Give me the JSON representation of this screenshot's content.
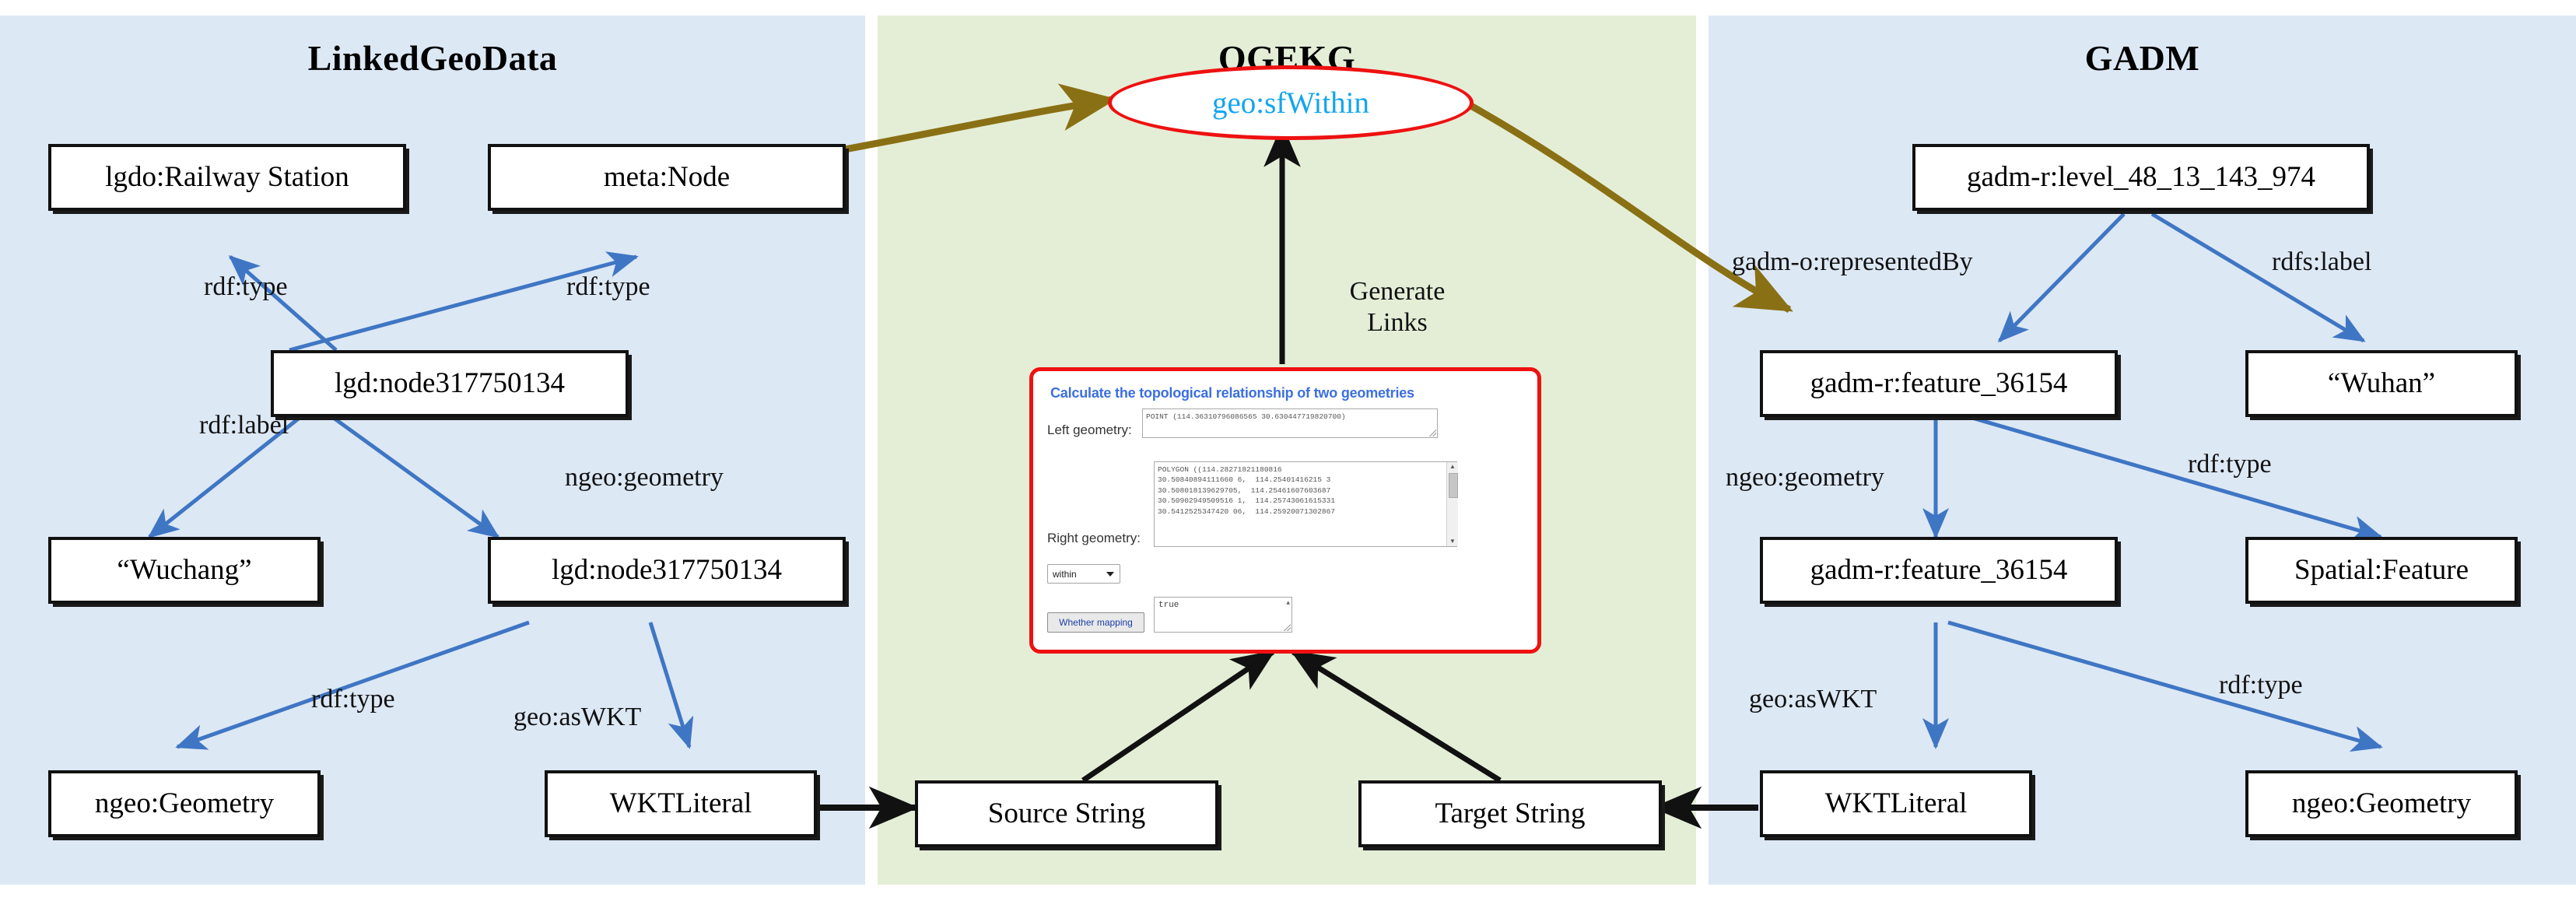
{
  "panels": {
    "left": {
      "title": "LinkedGeoData",
      "bg": "#dde8f5"
    },
    "middle": {
      "title": "OGEKG",
      "bg": "#e4eed7"
    },
    "right": {
      "title": "GADM",
      "bg": "#dde8f5"
    }
  },
  "colors": {
    "blue_edge": "#3f76c4",
    "gold_edge": "#8a7014",
    "black_edge": "#111111",
    "red_outline": "#ee1111",
    "ellipse_text": "#12a5ef",
    "form_title": "#3b6fe0"
  },
  "left_nodes": {
    "railway_station": "lgdo:Railway Station",
    "meta_node": "meta:Node",
    "lgd_node_main": "lgd:node317750134",
    "wuchang": "“Wuchang”",
    "lgd_node_geom": "lgd:node317750134",
    "ngeo_geometry": "ngeo:Geometry",
    "wkt_literal": "WKTLiteral"
  },
  "left_edges": {
    "rdf_type_1": "rdf:type",
    "rdf_type_2": "rdf:type",
    "rdf_label": "rdf:label",
    "ngeo_geometry": "ngeo:geometry",
    "rdf_type_3": "rdf:type",
    "geo_aswkt": "geo:asWKT"
  },
  "middle_nodes": {
    "sf_within": "geo:sfWithin",
    "source_string": "Source String",
    "target_string": "Target String"
  },
  "middle_edges": {
    "generate_links_line1": "Generate",
    "generate_links_line2": "Links"
  },
  "form": {
    "title": "Calculate the topological relationship of two geometries",
    "left_geometry_label": "Left geometry:",
    "left_geometry_value": "POINT (114.36310796086565 30.630447719820700)",
    "right_geometry_label": "Right geometry:",
    "right_geometry_value": "POLYGON ((114.28271821180816\n30.50840894111660 6,  114.25401416215 3\n30.508018139629705,  114.25461607603687\n30.50902949509516 1,  114.25743061615331\n30.5412525347420 06,  114.25920071302867",
    "relation_select_value": "within",
    "mapping_button_label": "Whether mapping",
    "mapping_result_value": "true"
  },
  "right_nodes": {
    "gadm_level": "gadm-r:level_48_13_143_974",
    "gadm_feature_top": "gadm-r:feature_36154",
    "wuhan": "“Wuhan”",
    "gadm_feature_bottom": "gadm-r:feature_36154",
    "spatial_feature": "Spatial:Feature",
    "wkt_literal": "WKTLiteral",
    "ngeo_geometry": "ngeo:Geometry"
  },
  "right_edges": {
    "represented_by": "gadm-o:representedBy",
    "rdfs_label": "rdfs:label",
    "ngeo_geometry": "ngeo:geometry",
    "rdf_type_1": "rdf:type",
    "geo_aswkt": "geo:asWKT",
    "rdf_type_2": "rdf:type"
  }
}
